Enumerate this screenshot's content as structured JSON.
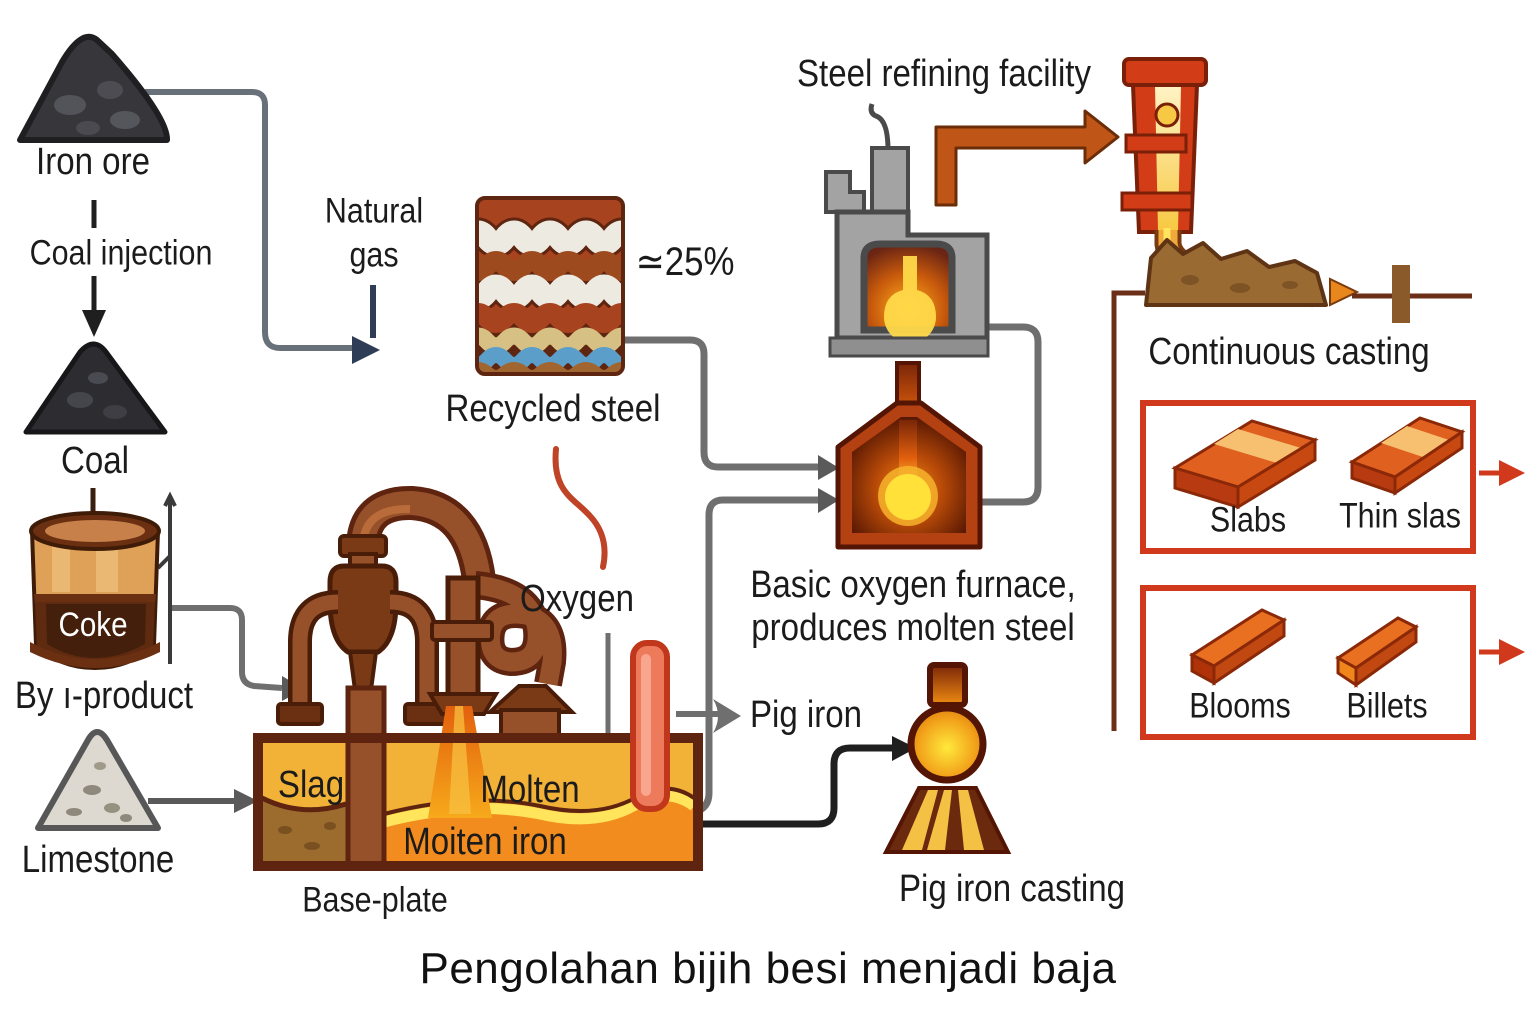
{
  "title": "Pengolahan bijih besi menjadi baja",
  "labels": {
    "iron_ore": "Iron ore",
    "coal_injection": "Coal injection",
    "natural_gas_1": "Natural",
    "natural_gas_2": "gas",
    "coal": "Coal",
    "coke": "Coke",
    "by_product": "By ı-product",
    "limestone": "Limestone",
    "recycled_steel": "Recycled steel",
    "recycled_pct": "≃25%",
    "oxygen": "Oxygen",
    "slag": "Slag",
    "molten": "Molten",
    "molten_iron": "Moiten iron",
    "base_plate": "Base-plate",
    "steel_refining": "Steel refining facility",
    "bof_1": "Basic oxygen furnace,",
    "bof_2": "produces molten steel",
    "pig_iron": "Pig iron",
    "pig_iron_casting": "Pig iron casting",
    "continuous_casting": "Continuous casting",
    "slabs": "Slabs",
    "thin_slabs": "Thin slas",
    "blooms": "Blooms",
    "billets": "Billets"
  },
  "colors": {
    "connector_gray": "#6f6f6f",
    "connector_black": "#1f1f1f",
    "natural_gas_navy": "#2e3c55",
    "recycled_line_red": "#bf4326",
    "furnace_brown": "#96512a",
    "furnace_dark_outline": "#5e2410",
    "trough_amber": "#f2b137",
    "molten_orange": "#f28c1e",
    "molten_highlight": "#ffe45c",
    "lance_salmon": "#ee7a5c",
    "bof_rust": "#b34111",
    "glow_yellow": "#ffe13a",
    "facility_gray": "#a3a3a3",
    "product_red": "#d0391b",
    "thick_arrow_orange": "#bf5517",
    "casting_line_brown": "#6b2f18"
  }
}
